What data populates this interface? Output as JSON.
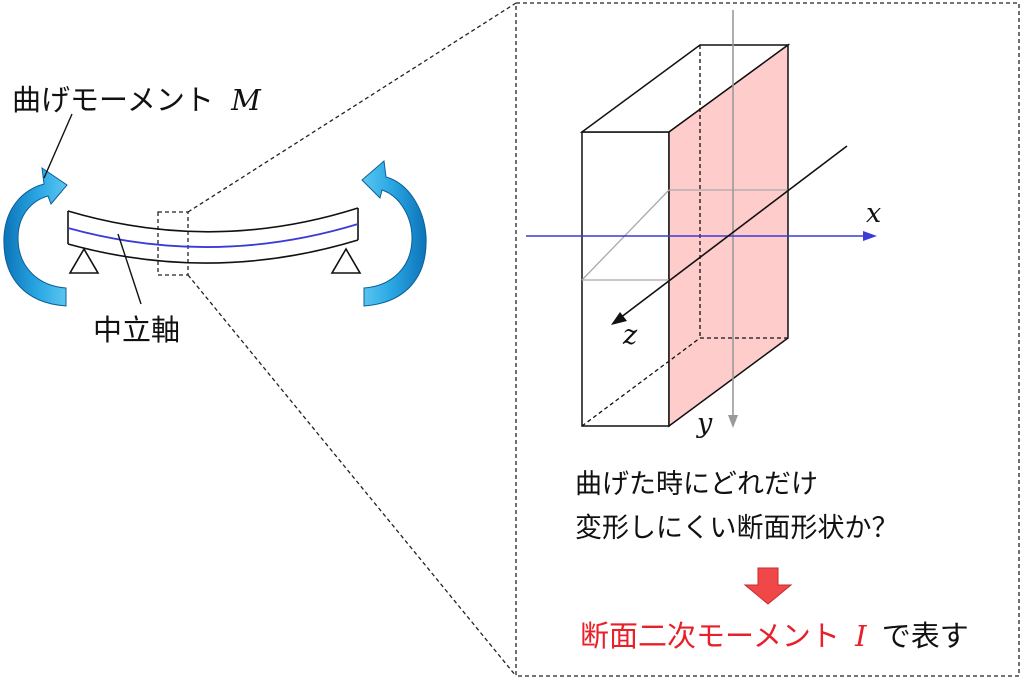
{
  "labels": {
    "moment": "曲げモーメント",
    "moment_symbol": "M",
    "neutral_axis": "中立軸",
    "axis_x": "x",
    "axis_y": "y",
    "axis_z": "z",
    "question_line1": "曲げた時にどれだけ",
    "question_line2": "変形しにくい断面形状か？",
    "answer_main": "断面二次モーメント",
    "answer_symbol": "I",
    "answer_tail": "で表す"
  },
  "colors": {
    "moment_arrow": "#1e9ad6",
    "neutral_axis_line": "#3b3bd8",
    "section_face": "#ffcccc",
    "x_axis": "#3b3bd8",
    "y_axis": "#999999",
    "down_arrow": "#f04848",
    "answer_text": "#e8202a",
    "ink": "#111111"
  }
}
